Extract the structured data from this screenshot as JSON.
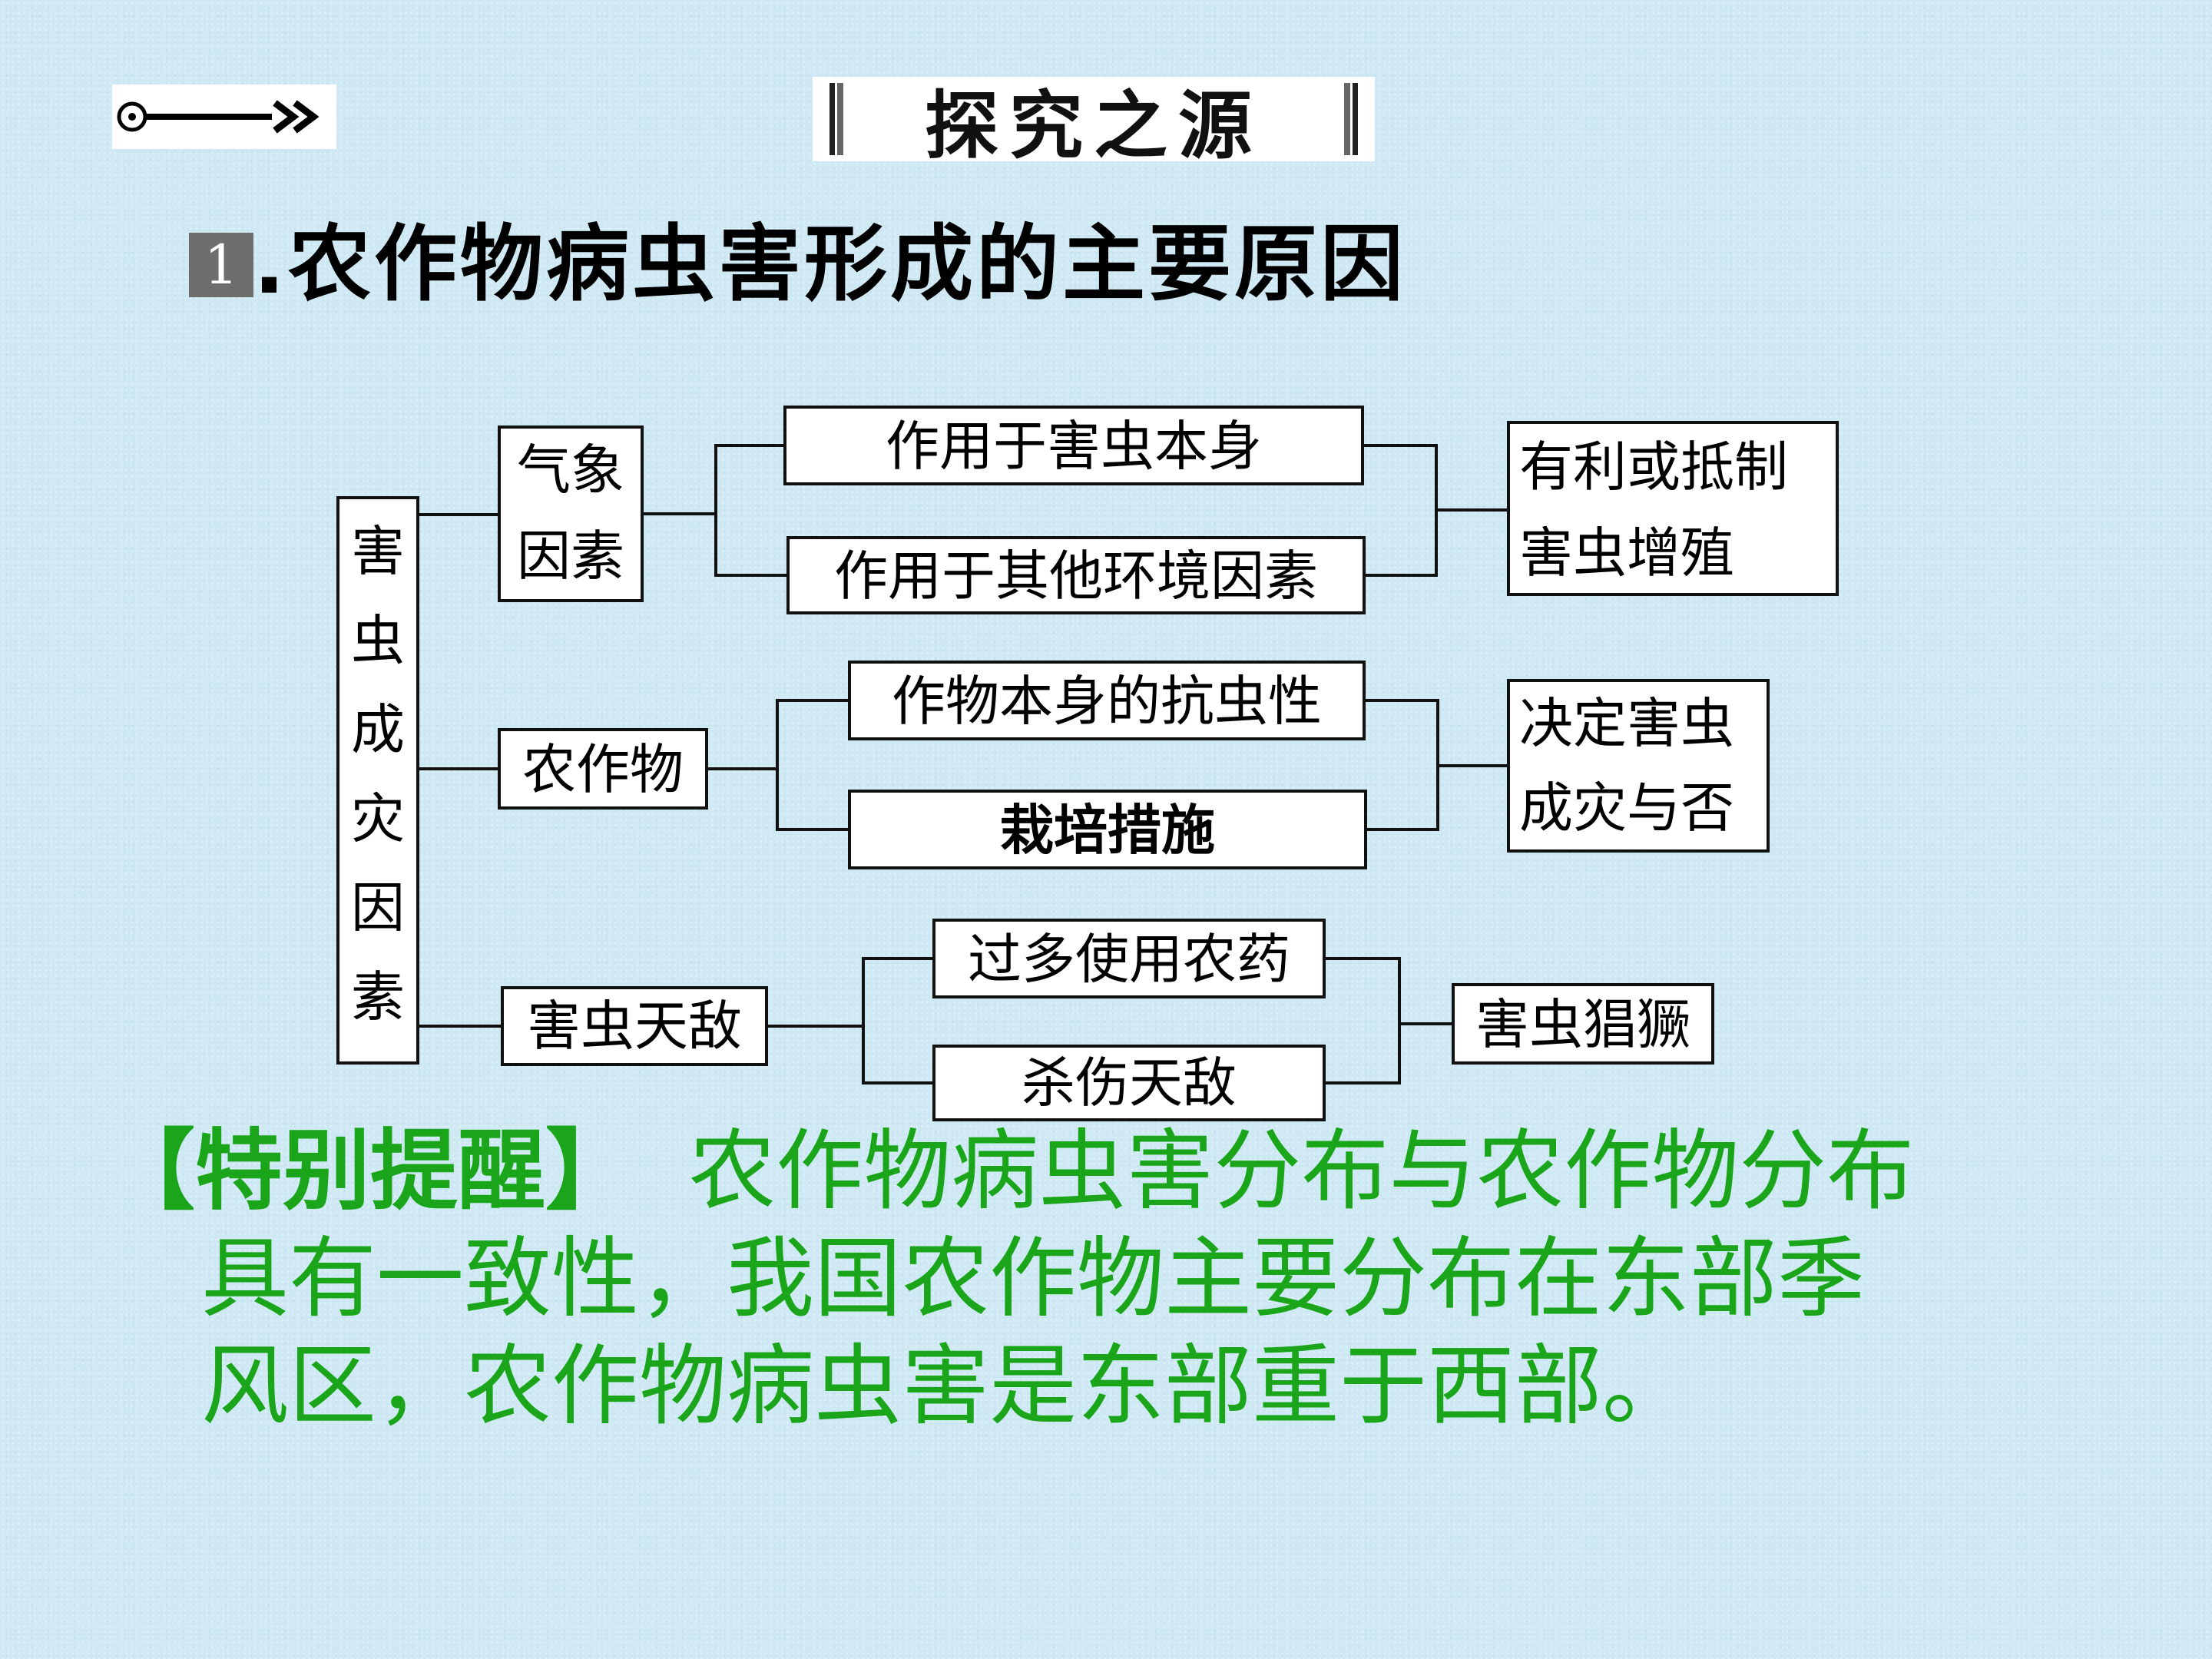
{
  "header": {
    "section_title": "探究之源",
    "number": "1",
    "title": ".农作物病虫害形成的主要原因"
  },
  "diagram": {
    "root": [
      "害",
      "虫",
      "成",
      "灾",
      "因",
      "素"
    ],
    "groups": [
      {
        "category": [
          "气象",
          "因素"
        ],
        "branches": [
          "作用于害虫本身",
          "作用于其他环境因素"
        ],
        "result": [
          "有利或抵制",
          "害虫增殖"
        ]
      },
      {
        "category": [
          "农作物"
        ],
        "branches": [
          "作物本身的抗虫性",
          "栽培措施"
        ],
        "result": [
          "决定害虫",
          "成灾与否"
        ]
      },
      {
        "category": [
          "害虫天敌"
        ],
        "branches": [
          "过多使用农药",
          "杀伤天敌"
        ],
        "result": [
          "害虫猖獗"
        ]
      }
    ]
  },
  "note": {
    "label": "【特别提醒】",
    "lines": [
      "农作物病虫害分布与农作物分布",
      "具有一致性，我国农作物主要分布在东部季",
      "风区，农作物病虫害是东部重于西部。"
    ]
  },
  "colors": {
    "background": "#cfe9f4",
    "note_text": "#1aa51a",
    "badge": "#6e6e6e"
  }
}
